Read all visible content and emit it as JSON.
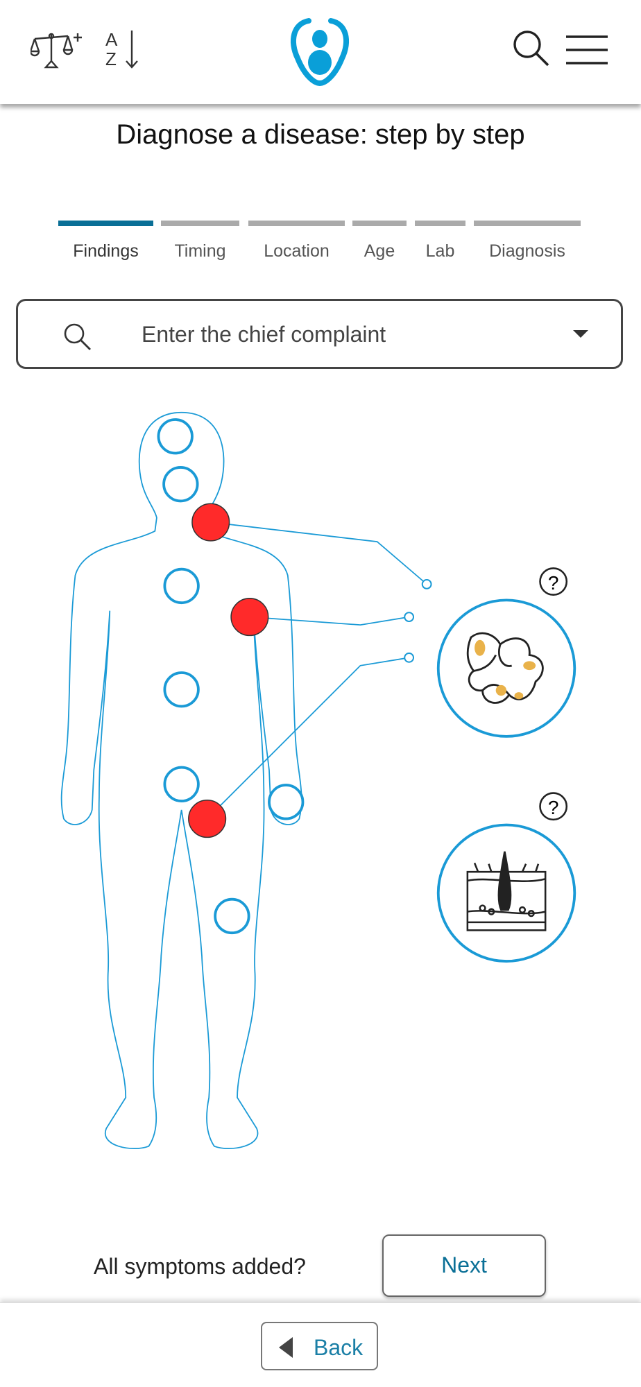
{
  "header": {
    "icons": [
      "compare-scale-icon",
      "sort-az-icon",
      "logo",
      "search-icon",
      "menu-icon"
    ],
    "sort_letters": [
      "A",
      "Z"
    ],
    "brand_color": "#0a9fd8"
  },
  "title": "Diagnose a disease: step by step",
  "steps": [
    {
      "label": "Findings",
      "active": true
    },
    {
      "label": "Timing",
      "active": false
    },
    {
      "label": "Location",
      "active": false
    },
    {
      "label": "Age",
      "active": false
    },
    {
      "label": "Lab",
      "active": false
    },
    {
      "label": "Diagnosis",
      "active": false
    }
  ],
  "search": {
    "placeholder": "Enter the chief complaint"
  },
  "body_map": {
    "selected_color": "#ff2a2a",
    "hotspot_color": "#1a9ad6",
    "help_label": "?"
  },
  "footer": {
    "prompt": "All symptoms added?",
    "next_label": "Next",
    "back_label": "Back"
  }
}
